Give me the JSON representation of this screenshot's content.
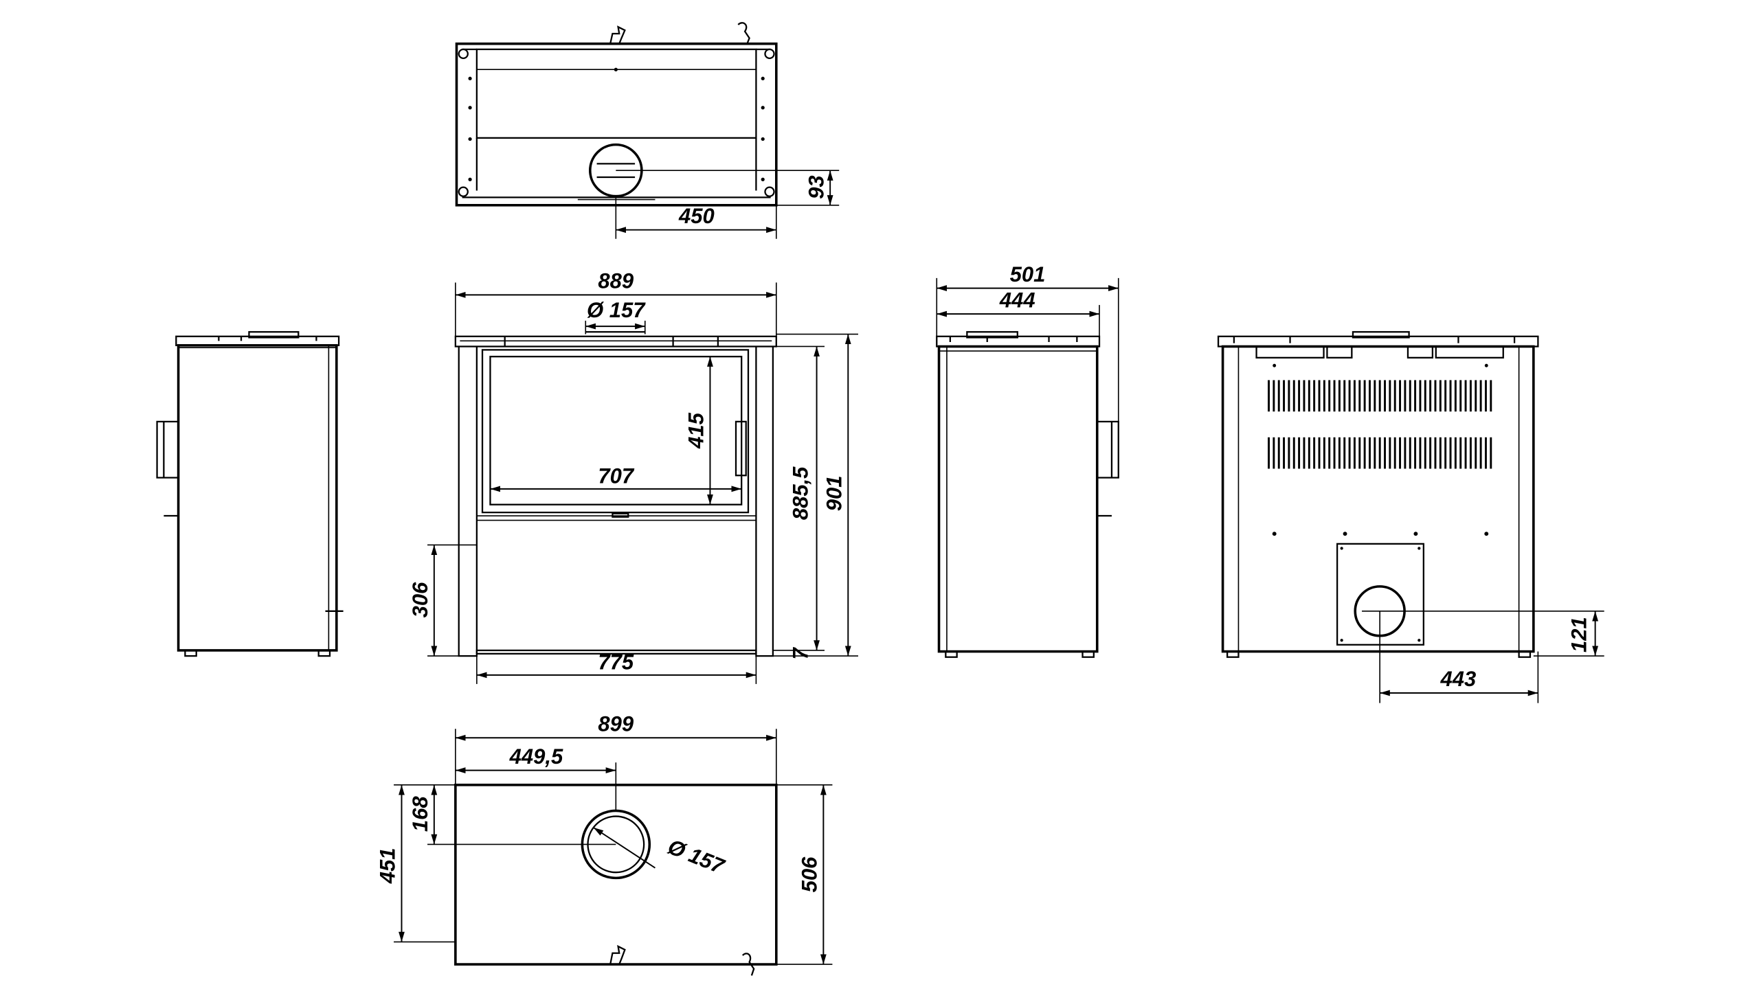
{
  "dimensions": {
    "top_view": {
      "flue_offset": "93",
      "flue_to_side": "450"
    },
    "front_view": {
      "overall_width": "889",
      "flue_diameter": "Ø 157",
      "window_height": "415",
      "window_width": "707",
      "log_store_height": "306",
      "base_width": "775",
      "height_to_top": "885,5",
      "overall_height": "901",
      "foot_height": "7"
    },
    "side_view": {
      "overall_depth": "501",
      "body_depth": "444"
    },
    "rear_view": {
      "flue_height": "121",
      "flue_to_side": "443"
    },
    "top_plan_view": {
      "overall_width": "899",
      "flue_center_x": "449,5",
      "flue_center_y": "168",
      "depth_to_back": "451",
      "overall_depth": "506",
      "flue_diameter": "Ø 157"
    }
  }
}
